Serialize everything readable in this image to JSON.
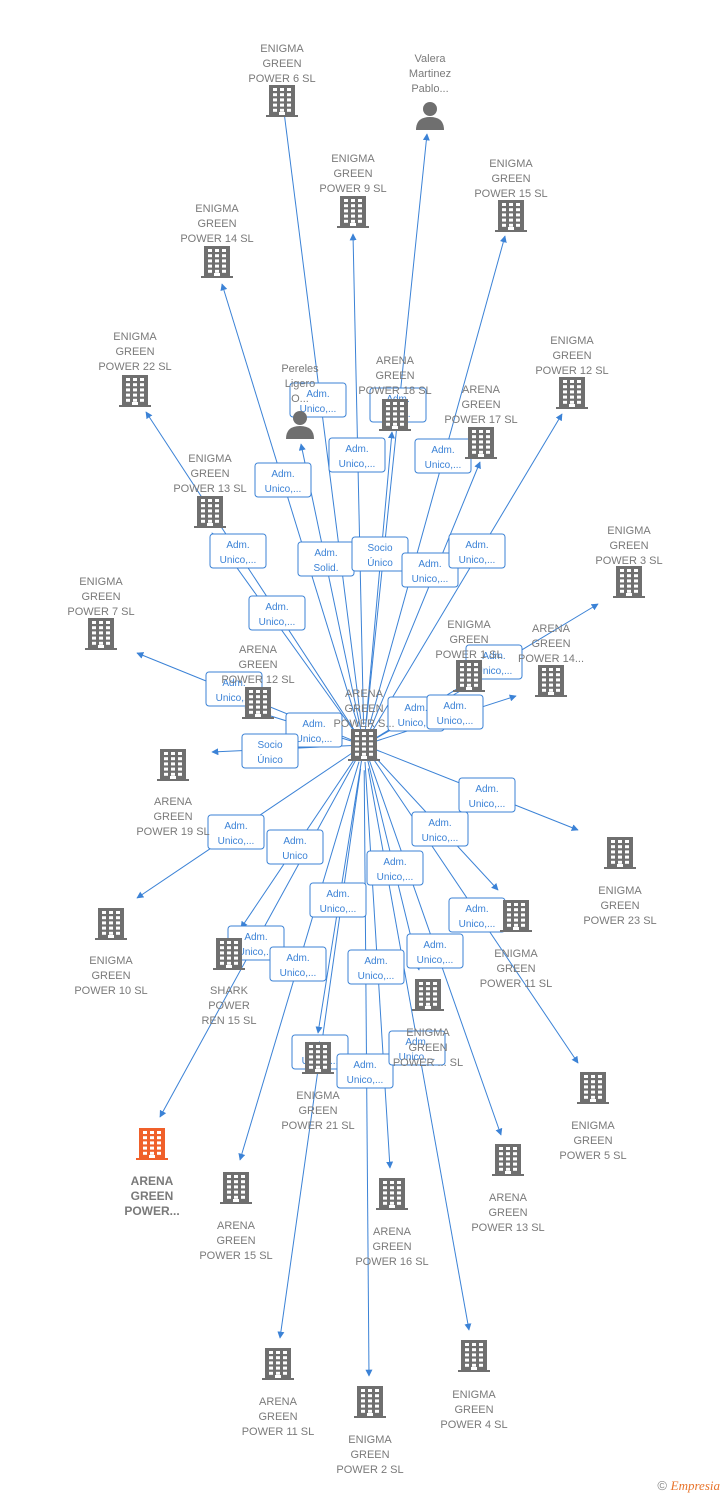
{
  "colors": {
    "edge": "#3b82d6",
    "building": "#6f6f6f",
    "highlight": "#f0602a",
    "person": "#6f6f6f"
  },
  "center": {
    "lines": [
      "ARENA",
      "GREEN",
      "POWER S..."
    ]
  },
  "nodes": [
    {
      "id": "enigma6",
      "type": "company",
      "lines": [
        "ENIGMA",
        "GREEN",
        "POWER 6  SL"
      ]
    },
    {
      "id": "valera",
      "type": "person",
      "lines": [
        "Valera",
        "Martinez",
        "Pablo..."
      ]
    },
    {
      "id": "enigma9",
      "type": "company",
      "lines": [
        "ENIGMA",
        "GREEN",
        "POWER 9  SL"
      ]
    },
    {
      "id": "enigma15",
      "type": "company",
      "lines": [
        "ENIGMA",
        "GREEN",
        "POWER 15  SL"
      ]
    },
    {
      "id": "enigma14",
      "type": "company",
      "lines": [
        "ENIGMA",
        "GREEN",
        "POWER 14  SL"
      ]
    },
    {
      "id": "enigma22",
      "type": "company",
      "lines": [
        "ENIGMA",
        "GREEN",
        "POWER 22  SL"
      ]
    },
    {
      "id": "pereles",
      "type": "person",
      "lines": [
        "Pereles",
        "Ligero",
        "O..."
      ]
    },
    {
      "id": "arena18",
      "type": "company",
      "lines": [
        "ARENA",
        "GREEN",
        "POWER 18  SL"
      ]
    },
    {
      "id": "arena17",
      "type": "company",
      "lines": [
        "ARENA",
        "GREEN",
        "POWER 17  SL"
      ]
    },
    {
      "id": "enigma12",
      "type": "company",
      "lines": [
        "ENIGMA",
        "GREEN",
        "POWER 12  SL"
      ]
    },
    {
      "id": "enigma13",
      "type": "company",
      "lines": [
        "ENIGMA",
        "GREEN",
        "POWER 13  SL"
      ]
    },
    {
      "id": "enigma3",
      "type": "company",
      "lines": [
        "ENIGMA",
        "GREEN",
        "POWER 3  SL"
      ]
    },
    {
      "id": "enigma7",
      "type": "company",
      "lines": [
        "ENIGMA",
        "GREEN",
        "POWER 7  SL"
      ]
    },
    {
      "id": "enigma1",
      "type": "company",
      "lines": [
        "ENIGMA",
        "GREEN",
        "POWER 1  SL"
      ]
    },
    {
      "id": "arena14",
      "type": "company",
      "lines": [
        "ARENA",
        "GREEN",
        "POWER 14..."
      ]
    },
    {
      "id": "arena12",
      "type": "company",
      "lines": [
        "ARENA",
        "GREEN",
        "POWER 12  SL"
      ]
    },
    {
      "id": "arena19",
      "type": "company",
      "lines": [
        "ARENA",
        "GREEN",
        "POWER 19  SL"
      ]
    },
    {
      "id": "enigma23",
      "type": "company",
      "lines": [
        "ENIGMA",
        "GREEN",
        "POWER 23  SL"
      ]
    },
    {
      "id": "enigma10",
      "type": "company",
      "lines": [
        "ENIGMA",
        "GREEN",
        "POWER 10  SL"
      ]
    },
    {
      "id": "shark15",
      "type": "company",
      "lines": [
        "SHARK",
        "POWER",
        "REN 15  SL"
      ]
    },
    {
      "id": "enigma11",
      "type": "company",
      "lines": [
        "ENIGMA",
        "GREEN",
        "POWER 11  SL"
      ]
    },
    {
      "id": "enigmaX",
      "type": "company",
      "lines": [
        "ENIGMA",
        "GREEN",
        "POWER ...  SL"
      ]
    },
    {
      "id": "enigma21",
      "type": "company",
      "lines": [
        "ENIGMA",
        "GREEN",
        "POWER 21  SL"
      ]
    },
    {
      "id": "enigma5",
      "type": "company",
      "lines": [
        "ENIGMA",
        "GREEN",
        "POWER 5  SL"
      ]
    },
    {
      "id": "arenaHL",
      "type": "highlight",
      "lines": [
        "ARENA",
        "GREEN",
        "POWER..."
      ]
    },
    {
      "id": "arena15",
      "type": "company",
      "lines": [
        "ARENA",
        "GREEN",
        "POWER 15  SL"
      ]
    },
    {
      "id": "arena16",
      "type": "company",
      "lines": [
        "ARENA",
        "GREEN",
        "POWER 16  SL"
      ]
    },
    {
      "id": "arena13",
      "type": "company",
      "lines": [
        "ARENA",
        "GREEN",
        "POWER 13  SL"
      ]
    },
    {
      "id": "arena11",
      "type": "company",
      "lines": [
        "ARENA",
        "GREEN",
        "POWER 11  SL"
      ]
    },
    {
      "id": "enigma2",
      "type": "company",
      "lines": [
        "ENIGMA",
        "GREEN",
        "POWER 2  SL"
      ]
    },
    {
      "id": "enigma4",
      "type": "company",
      "lines": [
        "ENIGMA",
        "GREEN",
        "POWER 4  SL"
      ]
    }
  ],
  "edges": [
    {
      "to": "enigma6",
      "label": [
        "Adm.",
        "Unico,..."
      ]
    },
    {
      "to": "valera",
      "label": [
        "Adm.",
        "Solid."
      ]
    },
    {
      "to": "enigma9",
      "label": [
        "Adm.",
        "Unico,..."
      ]
    },
    {
      "to": "enigma15",
      "label": [
        "Adm.",
        "Unico,..."
      ]
    },
    {
      "to": "enigma14",
      "label": [
        "Adm.",
        "Unico,..."
      ]
    },
    {
      "to": "enigma22",
      "label": [
        "Adm.",
        "Unico,..."
      ]
    },
    {
      "to": "pereles",
      "label": [
        "Adm.",
        "Solid."
      ]
    },
    {
      "to": "arena18",
      "label": [
        "Socio",
        "Único"
      ]
    },
    {
      "to": "arena17",
      "label": [
        "Adm.",
        "Unico,..."
      ]
    },
    {
      "to": "enigma12",
      "label": [
        "Adm.",
        "Unico,..."
      ]
    },
    {
      "to": "enigma13",
      "label": [
        "Adm.",
        "Unico,..."
      ]
    },
    {
      "to": "enigma3",
      "label": [
        "Adm.",
        "Unico,..."
      ]
    },
    {
      "to": "enigma7",
      "label": [
        "Adm.",
        "Unico,..."
      ]
    },
    {
      "to": "enigma1",
      "label": [
        "Adm.",
        "Unico,..."
      ]
    },
    {
      "to": "arena14",
      "label": [
        "Adm.",
        "Unico,..."
      ]
    },
    {
      "to": "arena12",
      "label": [
        "Adm.",
        "Unico,..."
      ]
    },
    {
      "to": "arena19",
      "label": [
        "Socio",
        "Único"
      ]
    },
    {
      "to": "enigma23",
      "label": [
        "Adm.",
        "Unico,..."
      ]
    },
    {
      "to": "enigma10",
      "label": [
        "Adm.",
        "Unico,..."
      ]
    },
    {
      "to": "shark15",
      "label": [
        "Adm.",
        "Unico"
      ]
    },
    {
      "to": "enigma11",
      "label": [
        "Adm.",
        "Unico,..."
      ]
    },
    {
      "to": "enigmaX",
      "label": [
        "Adm.",
        "Unico,..."
      ]
    },
    {
      "to": "enigma21",
      "label": [
        "Adm.",
        "Unico,..."
      ]
    },
    {
      "to": "enigma5",
      "label": [
        "Adm.",
        "Unico,..."
      ]
    },
    {
      "to": "arenaHL",
      "label": [
        "Adm.",
        "Unico,..."
      ]
    },
    {
      "to": "arena15",
      "label": [
        "Adm.",
        "Unico,..."
      ]
    },
    {
      "to": "arena16",
      "label": [
        "Adm.",
        "Unico,..."
      ]
    },
    {
      "to": "arena13",
      "label": [
        "Adm.",
        "Unico,..."
      ]
    },
    {
      "to": "arena11",
      "label": [
        "Adm.",
        "Unico,..."
      ]
    },
    {
      "to": "enigma2",
      "label": [
        "Adm.",
        "Unico,..."
      ]
    },
    {
      "to": "enigma4",
      "label": [
        "Adm.",
        "Unico,..."
      ]
    }
  ],
  "footer": {
    "copyright": "©",
    "brand": "Empresia"
  }
}
